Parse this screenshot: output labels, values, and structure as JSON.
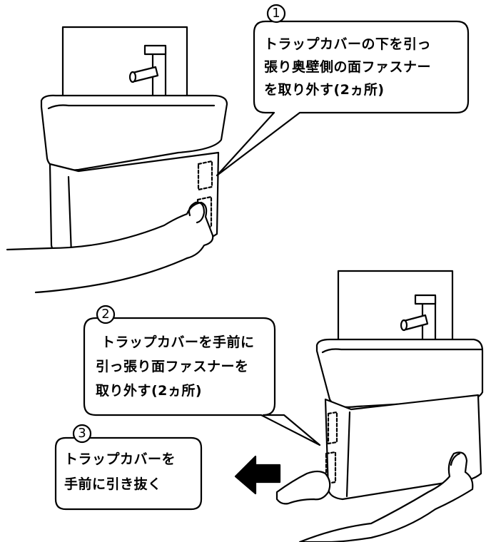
{
  "steps": [
    {
      "number": "1",
      "lines": [
        "トラップカバーの下を引っ",
        "張り奥壁側の面ファスナー",
        "を取り外す(2ヵ所)"
      ]
    },
    {
      "number": "2",
      "lines": [
        "トラップカバーを手前に",
        "引っ張り面ファスナーを",
        "取り外す(2ヵ所)"
      ]
    },
    {
      "number": "3",
      "lines": [
        "トラップカバーを",
        "手前に引き抜く"
      ]
    }
  ],
  "colors": {
    "stroke": "#000000",
    "fill": "#ffffff",
    "arrow": "#000000"
  },
  "icons": [
    "faucet-icon",
    "arrow-left-icon"
  ]
}
